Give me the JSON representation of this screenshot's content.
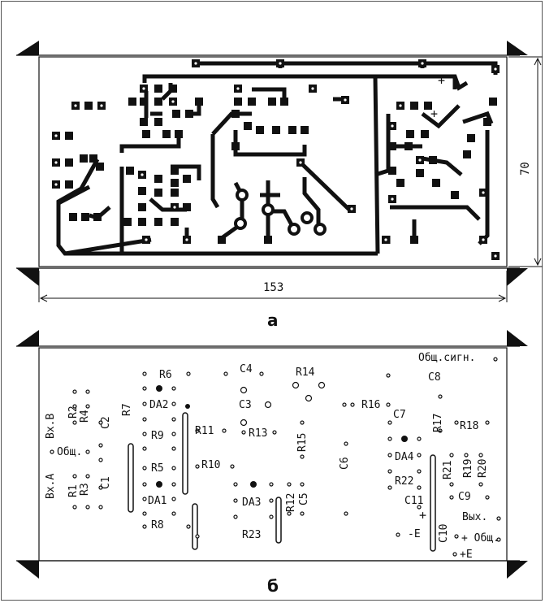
{
  "figure_a": {
    "caption": "а",
    "dim_width": "153",
    "dim_height": "70",
    "plus_1": "+",
    "plus_2": "+"
  },
  "figure_b": {
    "caption": "б",
    "labels": {
      "r6": "R6",
      "c4": "C4",
      "r14": "R14",
      "c8": "C8",
      "obsh_signal": "Общ.сигн.",
      "vx_v": "Вх.В",
      "r2": "R2",
      "r4": "R4",
      "c2": "C2",
      "r7": "R7",
      "da2": "DA2",
      "c3": "C3",
      "r16": "R16",
      "c7": "C7",
      "r17": "R17",
      "r18": "R18",
      "r11": "R11",
      "r9": "R9",
      "r13": "R13",
      "r15": "R15",
      "obsh_1": "Общ.",
      "da4": "DA4",
      "c6": "C6",
      "r10": "R10",
      "r21": "R21",
      "r19": "R19",
      "r20": "R20",
      "vx_a": "Вх.А",
      "r1": "R1",
      "r3": "R3",
      "c1": "C1",
      "r5": "R5",
      "r22": "R22",
      "da1": "DA1",
      "da3": "DA3",
      "r12": "R12",
      "c5": "C5",
      "c9": "C9",
      "c11": "C11",
      "vyx": "Вых.",
      "r8": "R8",
      "minus_e": "-E",
      "plus_sign": "+",
      "c10": "C10",
      "plus_obsh": "+ Общ.",
      "plus_e": "+E",
      "r23": "R23"
    }
  }
}
